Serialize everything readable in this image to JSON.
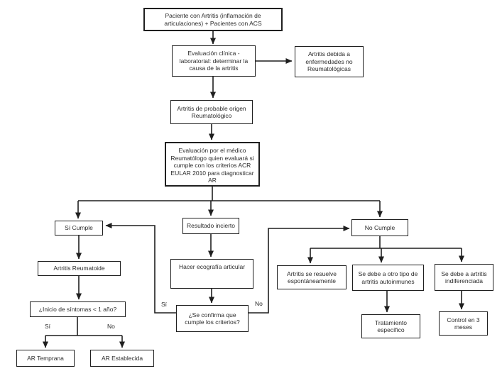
{
  "diagram": {
    "type": "flowchart",
    "language": "es",
    "topic": "Algoritmo diagnóstico de Artritis Reumatoide (criterios ACR EULAR 2010)",
    "colors": {
      "line": "#1f1f1f",
      "box_background": "#ffffff",
      "text": "#2a2a2a",
      "page_background": "#ffffff"
    },
    "nodes": {
      "paciente": {
        "label": "Paciente con Artritis (inflamación de articulaciones) + Pacientes con ACS"
      },
      "evaluacion_clinica": {
        "label": "Evaluación clínica - laboratorial: determinar la causa de la artritis"
      },
      "artritis_no_reumatologica": {
        "label": "Artritis debida a enfermedades no Reumatológicas"
      },
      "probable_origen": {
        "label": "Artritis de probable origen Reumatológico"
      },
      "evaluacion_medico": {
        "label": "Evaluación por el médico Reumatólogo quien evaluará si cumple con los criterios ACR EULAR 2010 para diagnosticar AR"
      },
      "si_cumple": {
        "label": "Sí Cumple"
      },
      "resultado_incierto": {
        "label": "Resultado incierto"
      },
      "no_cumple": {
        "label": "No Cumple"
      },
      "artritis_reumatoide": {
        "label": "Artritis Reumatoide"
      },
      "inicio_sintomas": {
        "label": "¿Inicio de síntomas < 1 año?"
      },
      "ar_temprana": {
        "label": "AR Temprana"
      },
      "ar_establecida": {
        "label": "AR Establecida"
      },
      "hacer_ecografia": {
        "label": "Hacer ecografía articular"
      },
      "se_confirma": {
        "label": "¿Se confirma que cumple los criterios?"
      },
      "artritis_resuelve": {
        "label": "Artritis se resuelve espontáneamente"
      },
      "otro_tipo_autoinmune": {
        "label": "Se debe a otro tipo de artritis autoinmunes"
      },
      "artritis_indiferenciada": {
        "label": "Se debe a artritis indiferenciada"
      },
      "tratamiento_especifico": {
        "label": "Tratamiento específico"
      },
      "control_3_meses": {
        "label": "Control en 3 meses"
      }
    },
    "edge_labels": {
      "inicio_si": "Sí",
      "inicio_no": "No",
      "confirma_si": "Sí",
      "confirma_no": "No"
    }
  }
}
